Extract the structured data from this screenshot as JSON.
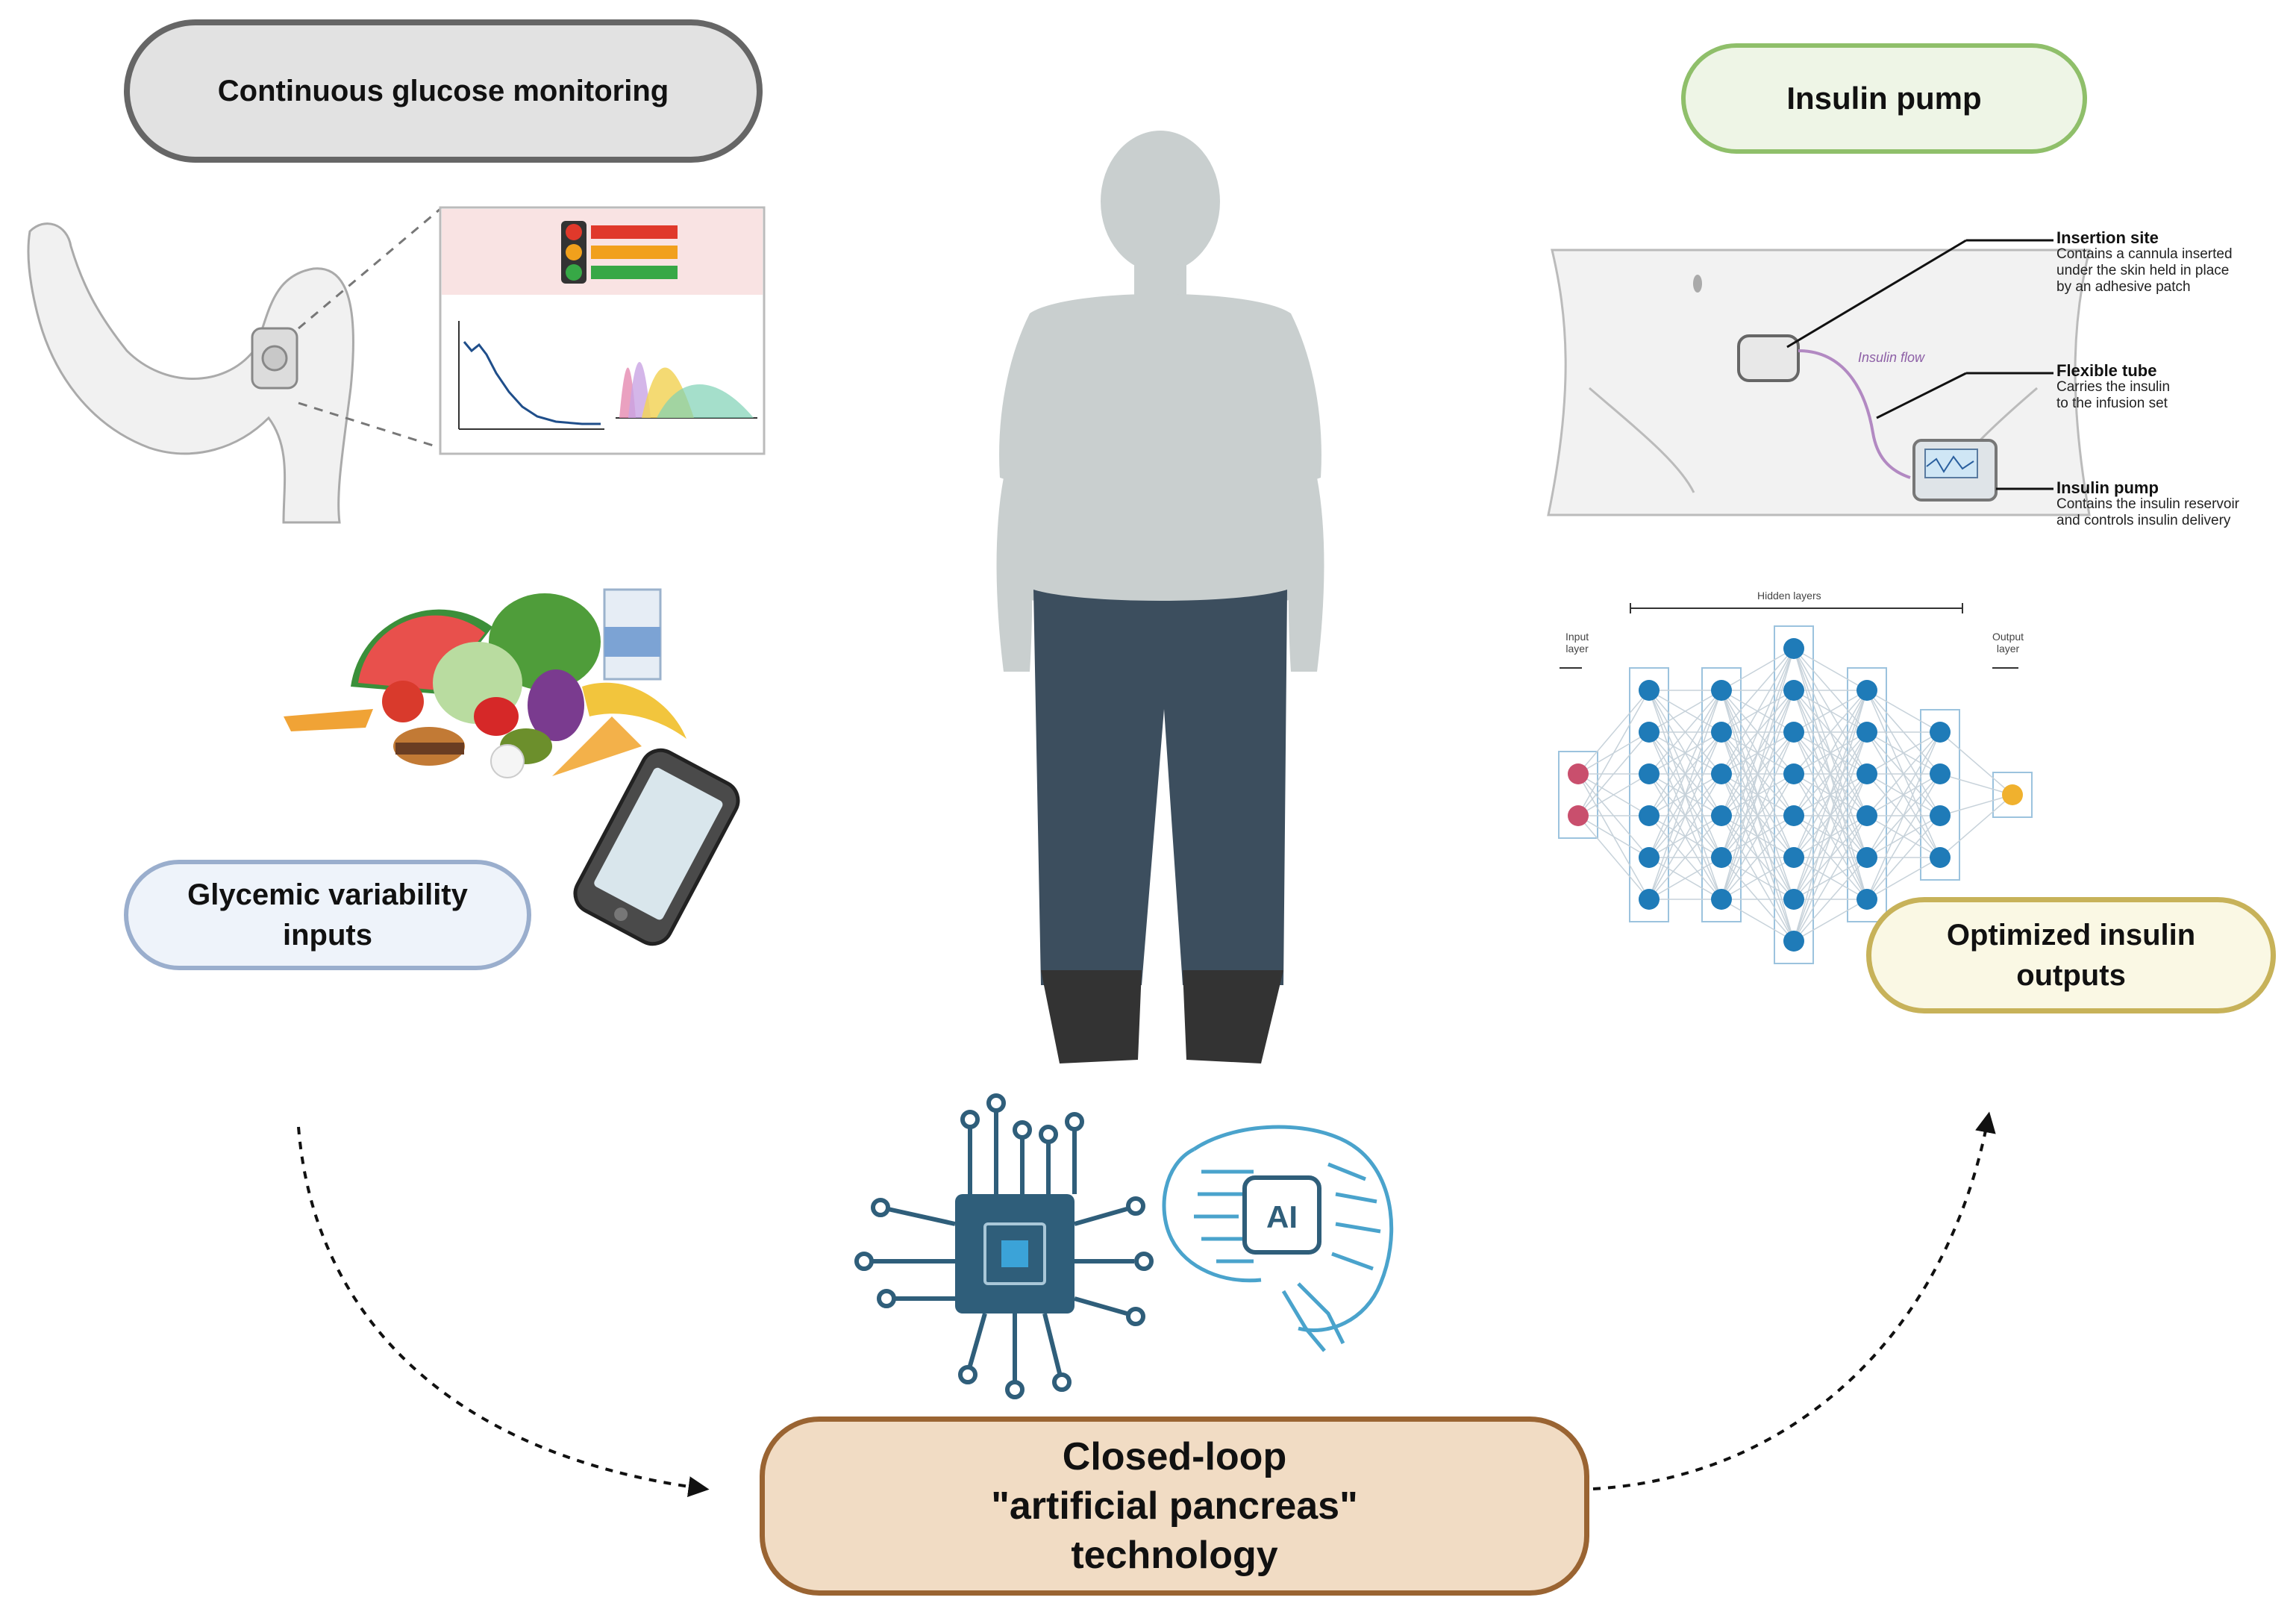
{
  "boxes": {
    "cgm": "Continuous glucose monitoring",
    "pump": "Insulin pump",
    "glycemic": [
      "Glycemic variability",
      "inputs"
    ],
    "optimized": [
      "Optimized insulin",
      "outputs"
    ],
    "closed_loop": [
      "Closed-loop",
      "\"artificial pancreas\"",
      "technology"
    ]
  },
  "pump_callouts": {
    "insertion_title": "Insertion site",
    "insertion_text": [
      "Contains a cannula inserted",
      "under the skin held in place",
      "by an adhesive patch"
    ],
    "tube_title": "Flexible tube",
    "tube_text": [
      "Carries the insulin",
      "to the infusion set"
    ],
    "pump_title": "Insulin pump",
    "pump_text": [
      "Contains the insulin reservoir",
      "and controls insulin delivery"
    ],
    "flow_label": "Insulin flow"
  },
  "network": {
    "hidden_label": "Hidden layers",
    "input_label": [
      "Input",
      "layer"
    ],
    "output_label": [
      "Output",
      "layer"
    ],
    "layer_sizes": [
      2,
      6,
      6,
      8,
      6,
      4,
      1
    ]
  },
  "chip_label": "AI",
  "colors": {
    "input_node": "#c94f6d",
    "hidden_node": "#1f7bb8",
    "output_node": "#f0b12e",
    "pants": "#3c4e5e",
    "body": "#c9cfcf",
    "chip": "#2f5e7a",
    "brain": "#4aa3cc"
  }
}
